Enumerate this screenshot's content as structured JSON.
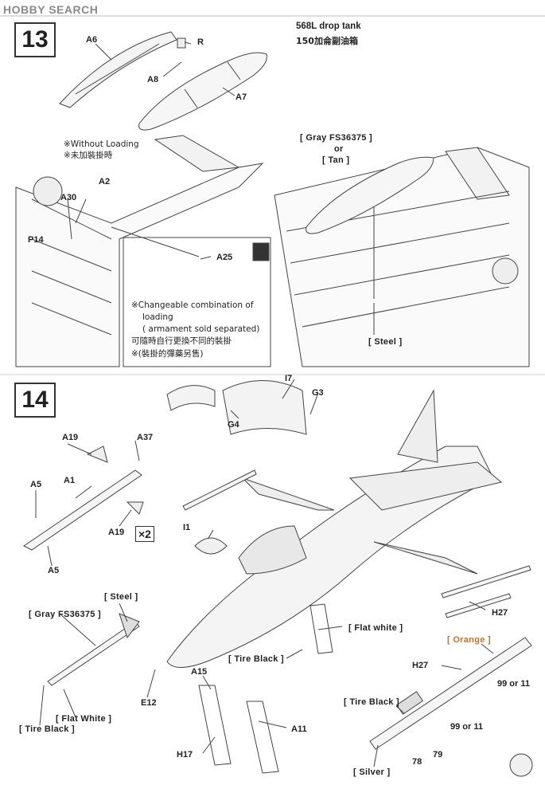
{
  "brand": {
    "logo_text": "HOBBY SEARCH"
  },
  "step13": {
    "number": "13",
    "title_en": "568L drop tank",
    "title_zh": "150加侖副油箱",
    "parts": {
      "a6": "A6",
      "r": "R",
      "a8": "A8",
      "a7": "A7",
      "a2": "A2",
      "a30": "A30",
      "p14": "P14",
      "a25": "A25"
    },
    "without_loading_en": "※Without Loading",
    "without_loading_zh": "※未加裝掛時",
    "paint_tank": "[ Gray FS36375 ]",
    "paint_or": "or",
    "paint_tan": "[ Tan ]",
    "paint_steel": "[ Steel ]",
    "note_line1": "※Changeable combination of",
    "note_line2": "loading",
    "note_line3": "( armament sold separated)",
    "note_line4": "可隨時自行更換不同的裝掛",
    "note_line5": "※(裝掛的彈藥另售)"
  },
  "step14": {
    "number": "14",
    "parts": {
      "a19a": "A19",
      "a37": "A37",
      "a5a": "A5",
      "a1": "A1",
      "a19b": "A19",
      "a5b": "A5",
      "i1": "I1",
      "i7": "I7",
      "g3": "G3",
      "g4": "G4",
      "h27a": "H27",
      "h27b": "H27",
      "e12": "E12",
      "a15": "A15",
      "a11": "A11",
      "h17": "H17"
    },
    "times": "×2",
    "paint_steel": "[ Steel ]",
    "paint_gray": "[ Gray  FS36375 ]",
    "paint_flat_white_a": "[ Flat white ]",
    "paint_tire_black_a": "[ Tire Black ]",
    "paint_flat_white_b": "[ Flat White ]",
    "paint_tire_black_b": "[ Tire Black ]",
    "paint_orange": "[ Orange ]",
    "paint_tire_black_c": "[ Tire Black ]",
    "paint_silver": "[ Silver ]",
    "color_ref_99_or_11_a": "99 or 11",
    "color_ref_99_or_11_b": "99 or 11",
    "color_ref_79": "79",
    "color_ref_78": "78"
  },
  "colors": {
    "orange_paint": "#c8702a",
    "steel_paint": "#5a7a8a",
    "tire_black": "#1a1a1a",
    "line": "#333333"
  }
}
